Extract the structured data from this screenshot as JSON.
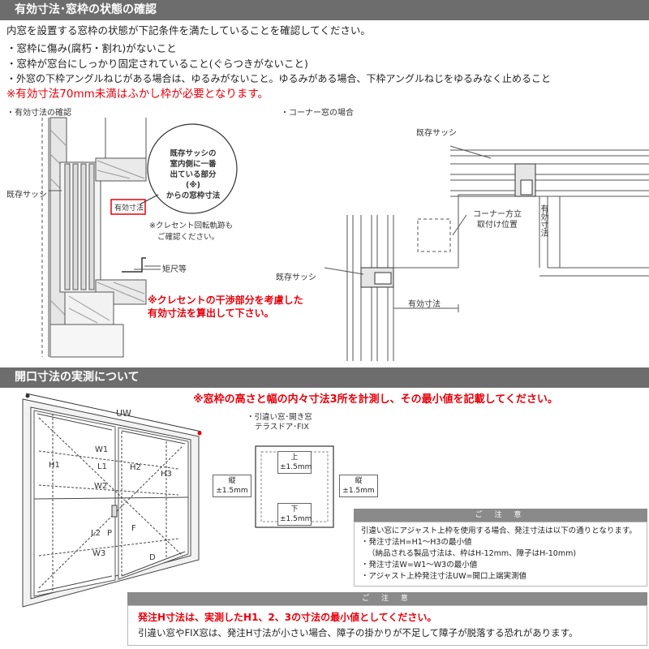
{
  "section1": {
    "title": "有効寸法･窓枠の状態の確認",
    "intro": "内窓を設置する窓枠の状態が下記条件を満たしていることを確認してください。",
    "bullets": [
      "・窓枠に傷み(腐朽・割れ)がないこと",
      "・窓枠が窓台にしっかり固定されていること(ぐらつきがないこと)",
      "・外窓の下枠アングルねじがある場合は、ゆるみがないこと。ゆるみがある場合、下枠アングルねじをゆるみなく止めること"
    ],
    "warning": "※有効寸法70mm未満はふかし枠が必要となります。"
  },
  "diagram_left": {
    "heading": "・有効寸法の確認",
    "existing_sash": "既存サッシ",
    "callout": [
      "既存サッシの",
      "室内側に一番",
      "出ている部分(※)",
      "からの窓枠寸法"
    ],
    "effective_label": "有効寸法",
    "crescent_note": [
      "※クレセント回転軌跡も",
      "ご確認ください。"
    ],
    "square": "矩尺等",
    "red_note": [
      "※クレセントの干渉部分を考慮した",
      "有効寸法を算出して下さい。"
    ]
  },
  "diagram_right": {
    "heading": "・コーナー窓の場合",
    "existing_sash_top": "既存サッシ",
    "corner_post": [
      "コーナー方立",
      "取付け位置"
    ],
    "effective_vertical": "有効寸法",
    "existing_sash_left": "既存サッシ",
    "effective_label": "有効寸法"
  },
  "section2": {
    "title": "開口寸法の実測について",
    "instruction": "※窓枠の高さと幅の内々寸法3所を計測し、その最小値を記載してください。"
  },
  "window_diagram": {
    "labels": {
      "uw": "UW",
      "w1": "W1",
      "w2": "W2",
      "w3": "W3",
      "l1": "L1",
      "l2": "L2",
      "h1": "H1",
      "h2": "H2",
      "h3": "H3",
      "p": "P",
      "f": "F",
      "d": "D"
    }
  },
  "tolerance": {
    "title": [
      "・引違い窓･開き窓",
      "テラスドア･FIX"
    ],
    "top": [
      "上",
      "±1.5mm"
    ],
    "bottom": [
      "下",
      "±1.5mm"
    ],
    "left": [
      "縦",
      "±1.5mm"
    ],
    "right": [
      "縦",
      "±1.5mm"
    ]
  },
  "note1": {
    "header": "ご 注 意",
    "lines": [
      "引違い窓にアジャスト上枠を使用する場合、発注寸法は以下の通りとなります。",
      "・発注寸法H=H1～H3の最小値",
      "（納品される製品寸法は、枠はH-12mm、障子はH-10mm)",
      "・発注寸法W=W1～W3の最小値",
      "・アジャスト上枠発注寸法UW=開口上端実測値"
    ]
  },
  "note2": {
    "header": "ご 注 意",
    "red_line": "発注H寸法は、実測したH1、2、3の寸法の最小値としてください。",
    "line": "引違い窓やFIX窓は、発注H寸法が小さい場合、障子の掛かりが不足して障子が脱落する恐れがあります。"
  }
}
